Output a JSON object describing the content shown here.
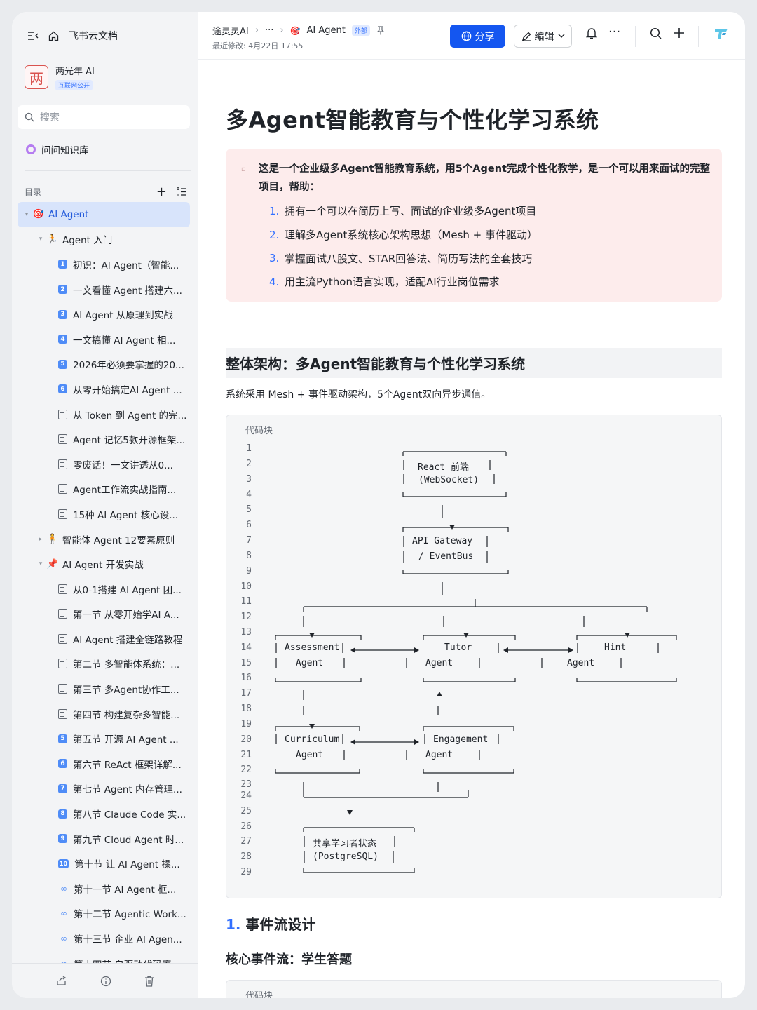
{
  "sidebar": {
    "app_name": "飞书云文档",
    "workspace": {
      "avatar_char": "两",
      "name": "两光年 AI",
      "tag": "互联网公开"
    },
    "search_placeholder": "搜索",
    "knowledge_base": "问问知识库",
    "toc_label": "目录",
    "toc": [
      {
        "level": 0,
        "arrow": "▾",
        "icon": "target",
        "emoji": "🎯",
        "label": "AI Agent",
        "active": true
      },
      {
        "level": 1,
        "arrow": "▾",
        "icon": "running",
        "emoji": "🏃",
        "label": "Agent 入门"
      },
      {
        "level": 2,
        "icon": "badge",
        "badge": "1",
        "label": "初识：AI Agent（智能..."
      },
      {
        "level": 2,
        "icon": "badge",
        "badge": "2",
        "label": "一文看懂 Agent 搭建六..."
      },
      {
        "level": 2,
        "icon": "badge",
        "badge": "3",
        "label": "AI Agent 从原理到实战"
      },
      {
        "level": 2,
        "icon": "badge",
        "badge": "4",
        "label": "一文搞懂 AI Agent 相..."
      },
      {
        "level": 2,
        "icon": "badge",
        "badge": "5",
        "label": "2026年必须要掌握的20..."
      },
      {
        "level": 2,
        "icon": "badge",
        "badge": "6",
        "label": "从零开始搞定AI Agent ..."
      },
      {
        "level": 2,
        "icon": "doc",
        "label": "从 Token 到 Agent 的完..."
      },
      {
        "level": 2,
        "icon": "doc",
        "label": "Agent 记忆5款开源框架..."
      },
      {
        "level": 2,
        "icon": "doc",
        "label": "零废话！一文讲透从0..."
      },
      {
        "level": 2,
        "icon": "doc",
        "label": "Agent工作流实战指南..."
      },
      {
        "level": 2,
        "icon": "doc",
        "label": "15种 AI Agent 核心设..."
      },
      {
        "level": 1,
        "arrow": "▸",
        "icon": "person",
        "emoji": "🧍",
        "label": "智能体 Agent 12要素原则"
      },
      {
        "level": 1,
        "arrow": "▾",
        "icon": "pin",
        "emoji": "📌",
        "label": "AI Agent 开发实战"
      },
      {
        "level": 2,
        "icon": "doc",
        "label": "从0-1搭建 AI Agent 团..."
      },
      {
        "level": 2,
        "icon": "doc",
        "label": "第一节 从零开始学AI A..."
      },
      {
        "level": 2,
        "icon": "doc",
        "label": "AI Agent 搭建全链路教程"
      },
      {
        "level": 2,
        "icon": "doc",
        "label": "第二节 多智能体系统：..."
      },
      {
        "level": 2,
        "icon": "doc",
        "label": "第三节 多Agent协作工..."
      },
      {
        "level": 2,
        "icon": "doc",
        "label": "第四节 构建复杂多智能..."
      },
      {
        "level": 2,
        "icon": "badge",
        "badge": "5",
        "label": "第五节 开源 AI Agent ..."
      },
      {
        "level": 2,
        "icon": "badge",
        "badge": "6",
        "label": "第六节 ReAct 框架详解..."
      },
      {
        "level": 2,
        "icon": "badge",
        "badge": "7",
        "label": "第七节 Agent 内存管理..."
      },
      {
        "level": 2,
        "icon": "badge",
        "badge": "8",
        "label": "第八节 Claude Code 实..."
      },
      {
        "level": 2,
        "icon": "badge",
        "badge": "9",
        "label": "第九节 Cloud Agent 时..."
      },
      {
        "level": 2,
        "icon": "badge",
        "badge": "10",
        "label": "第十节 让 AI Agent 操..."
      },
      {
        "level": 2,
        "icon": "link",
        "label": "第十一节 AI Agent 框..."
      },
      {
        "level": 2,
        "icon": "link",
        "label": "第十二节 Agentic Work..."
      },
      {
        "level": 2,
        "icon": "link",
        "label": "第十三节 企业 AI Agen..."
      },
      {
        "level": 2,
        "icon": "link",
        "label": "第十四节 自驱动代码库..."
      }
    ]
  },
  "header": {
    "breadcrumb_root": "途灵灵AI",
    "breadcrumb_more": "···",
    "breadcrumb_current": "AI Agent",
    "external_tag": "外部",
    "modified": "最近修改: 4月22日 17:55",
    "share_label": "分享",
    "edit_label": "编辑"
  },
  "doc": {
    "title": "多Agent智能教育与个性化学习系统",
    "callout_lead": "这是一个企业级多Agent智能教育系统，用5个Agent完成个性化教学，是一个可以用来面试的完整项目，帮助：",
    "callout_items": [
      {
        "num": "1.",
        "text": "拥有一个可以在简历上写、面试的企业级多Agent项目"
      },
      {
        "num": "2.",
        "text": "理解多Agent系统核心架构思想（Mesh + 事件驱动）"
      },
      {
        "num": "3.",
        "text": "掌握面试八股文、STAR回答法、简历写法的全套技巧"
      },
      {
        "num": "4.",
        "text": "用主流Python语言实现，适配AI行业岗位需求"
      }
    ],
    "section_heading": "整体架构：多Agent智能教育与个性化学习系统",
    "section_para": "系统采用 Mesh + 事件驱动架构，5个Agent双向异步通信。",
    "code_label": "代码块",
    "code_lines": [
      "1",
      "2",
      "3",
      "4",
      "5",
      "6",
      "7",
      "8",
      "9",
      "10",
      "11",
      "12",
      "13",
      "14",
      "15",
      "16",
      "17",
      "18",
      "19",
      "20",
      "21",
      "22",
      "23",
      "24",
      "25",
      "26",
      "27",
      "28",
      "29"
    ],
    "diagram": {
      "frontend_1": "React 前端",
      "frontend_2": "(WebSocket)",
      "gateway_1": "API Gateway",
      "gateway_2": "/ EventBus",
      "assessment_1": "Assessment",
      "assessment_2": "Agent",
      "tutor_1": "Tutor",
      "tutor_2": "Agent",
      "hint_1": "Hint",
      "hint_2": "Agent",
      "curriculum_1": "Curriculum",
      "curriculum_2": "Agent",
      "engagement_1": "Engagement",
      "engagement_2": "Agent",
      "state_1": "共享学习者状态",
      "state_2": "(PostgreSQL)"
    },
    "event_heading_num": "1.",
    "event_heading": "事件流设计",
    "core_heading": "核心事件流：学生答题",
    "code2_label": "代码块"
  },
  "colors": {
    "accent": "#3370ff",
    "share_button": "#1456f0",
    "callout_bg": "#fdecec",
    "active_item_bg": "#d8e4fb"
  }
}
